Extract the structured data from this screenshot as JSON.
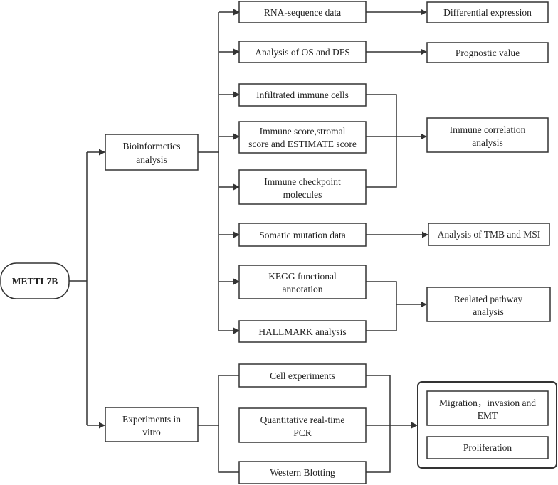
{
  "root": {
    "label": "METTL7B"
  },
  "branches": {
    "bioinformatics": {
      "line1": "Bioinformctics",
      "line2": "analysis"
    },
    "experiments": {
      "line1": "Experiments in",
      "line2": "vitro"
    }
  },
  "bio_items": {
    "rna": "RNA-sequence data",
    "os_dfs": "Analysis of OS and DFS",
    "infiltrated": "Infiltrated immune cells",
    "scores": {
      "line1": "Immune score,stromal",
      "line2": "score and ESTIMATE score"
    },
    "checkpoint": {
      "line1": "Immune checkpoint",
      "line2": "molecules"
    },
    "somatic": "Somatic mutation data",
    "kegg": {
      "line1": "KEGG functional",
      "line2": "annotation"
    },
    "hallmark": "HALLMARK analysis"
  },
  "bio_outcomes": {
    "differential": "Differential expression",
    "prognostic": "Prognostic value",
    "immune_corr": {
      "line1": "Immune correlation",
      "line2": "analysis"
    },
    "tmb_msi": "Analysis of TMB and MSI",
    "pathway": {
      "line1": "Realated pathway",
      "line2": "analysis"
    }
  },
  "exp_items": {
    "cell": "Cell experiments",
    "qpcr": {
      "line1": "Quantitative real-time",
      "line2": "PCR"
    },
    "western": "Western Blotting"
  },
  "exp_outcomes": {
    "migration": {
      "line1": "Migration，invasion and",
      "line2": "EMT"
    },
    "proliferation": "Proliferation"
  }
}
